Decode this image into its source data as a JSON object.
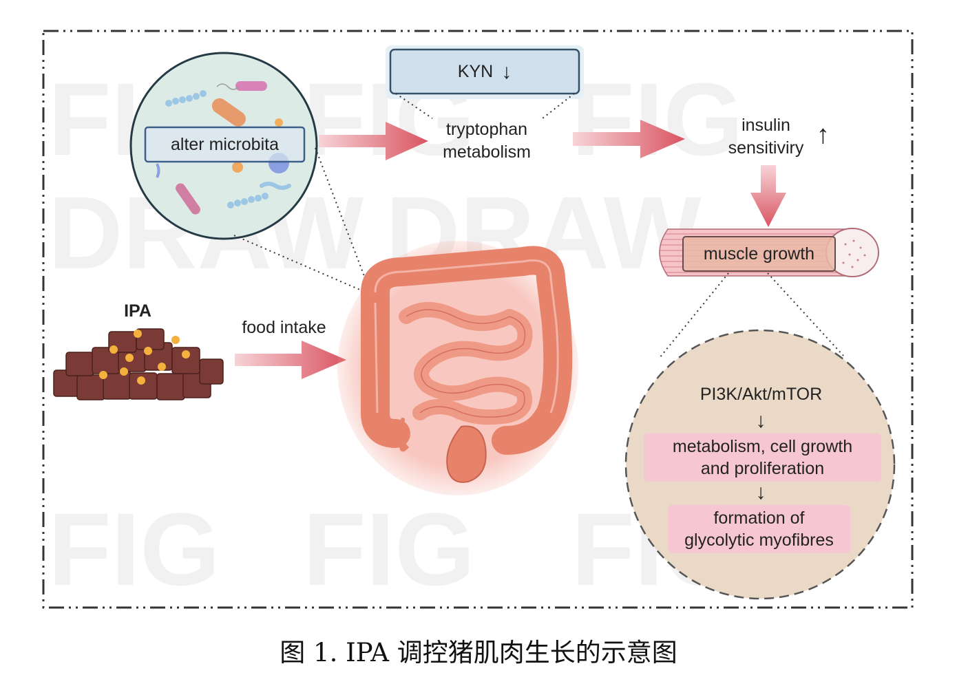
{
  "figure": {
    "caption": "图 1. IPA 调控猪肌肉生长的示意图",
    "watermark_text": "FIG DRAW"
  },
  "nodes": {
    "microbiota_label": "alter microbita",
    "kyn_label": "KYN",
    "kyn_arrow": "↓",
    "tryptophan_line1": "tryptophan",
    "tryptophan_line2": "metabolism",
    "insulin_line1": "insulin",
    "insulin_line2": "sensitiviry",
    "insulin_arrow": "↑",
    "muscle_label": "muscle growth",
    "ipa_label": "IPA",
    "food_label": "food intake",
    "pathway_label": "PI3K/Akt/mTOR",
    "down_arrow": "↓",
    "metabolism_line1": "metabolism, cell growth",
    "metabolism_line2": "and proliferation",
    "formation_line1": "formation of",
    "formation_line2": "glycolytic myofibres"
  },
  "colors": {
    "arrow": "#d9606a",
    "pink_box": "#f6c7d2",
    "kyn_box": "#cfe0ec",
    "detail_circle": "#ead9c6",
    "microbe_circle": "#dcebe6",
    "intestine": "#e7836b",
    "meat": "#7a3b36",
    "ipa_dot": "#f4b13d"
  }
}
